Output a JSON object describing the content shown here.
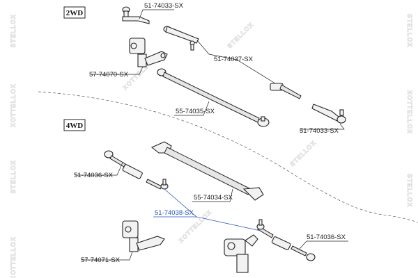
{
  "sections": {
    "two_wd": "2WD",
    "four_wd": "4WD"
  },
  "watermark": {
    "brand_a": "STELLOX",
    "brand_b": "XOTTELLOX"
  },
  "parts": {
    "p1": "51-74033-SX",
    "p2": "51-74037-SX",
    "p3": "57-74070-SX",
    "p4": "55-74035-SX",
    "p5": "51-74033-SX",
    "p6": "51-74036-SX",
    "p7": "55-74034-SX",
    "p8": "51-74038-SX",
    "p9": "51-74036-SX",
    "p10": "57-74071-SX"
  },
  "colors": {
    "highlight": "#2a55b8",
    "ink": "#222222",
    "watermark": "#d6d6d6"
  }
}
